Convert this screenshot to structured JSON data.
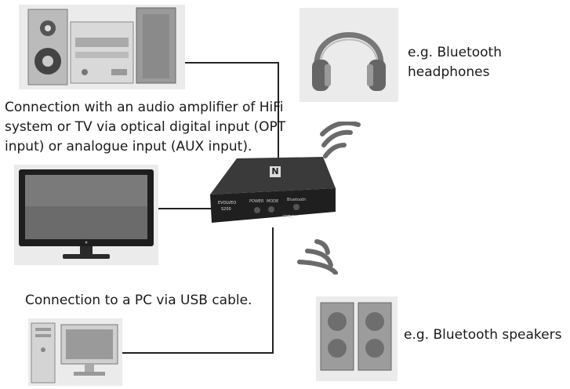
{
  "labels": {
    "amplifier_connection": [
      "Connection with an audio amplifier of HiFi",
      "system or TV via optical digital input (OPT",
      "input) or analogue input (AUX input)."
    ],
    "pc_connection": "Connection to a PC via USB cable.",
    "headphones": [
      "e.g. Bluetooth",
      "headphones"
    ],
    "speakers": "e.g. Bluetooth speakers"
  },
  "device": {
    "logo": "N",
    "brand": "EVOLVEO",
    "model": "S200",
    "button_power": "POWER",
    "button_mode": "MODE",
    "bluetooth_label": "Bluetooth",
    "port_label": "OPTIC"
  },
  "colors": {
    "cable": "#222222",
    "panel_bg": "#ebebeb",
    "device_body": "#2b2b2b",
    "wave": "#6a6a6a"
  }
}
